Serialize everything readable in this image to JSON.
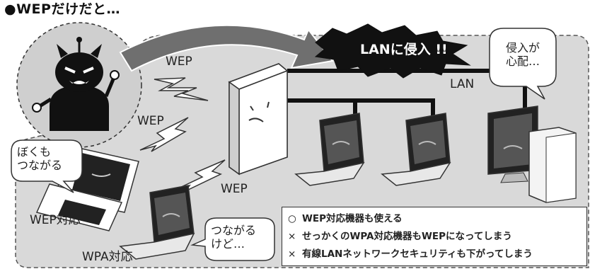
{
  "title": "●WEPだけだと…",
  "intrusion_badge": "LANに侵入 !!",
  "worry_bubble": [
    "侵入が",
    "心配…"
  ],
  "lan_label": "LAN",
  "wireless_labels": {
    "top": "WEP",
    "middle": "WEP",
    "bottom": "WEP"
  },
  "ds_bubble": [
    "ぼくも",
    "つながる"
  ],
  "laptop_bubble": [
    "つながる",
    "けど…"
  ],
  "device_labels": {
    "ds": "WEP対応",
    "laptop": "WPA対応"
  },
  "notes": [
    {
      "mark": "○",
      "text": "WEP対応機器も使える"
    },
    {
      "mark": "×",
      "text": "せっかくのWPA対応機器もWEPになってしまう"
    },
    {
      "mark": "×",
      "text": "有線LANネットワークセキュリティも下がってしまう"
    }
  ],
  "colors": {
    "background_zone": "#d9d9d9",
    "devil_circle": "#cfcfcf",
    "arrow": "#6f6f6f",
    "badge": "#111111"
  }
}
